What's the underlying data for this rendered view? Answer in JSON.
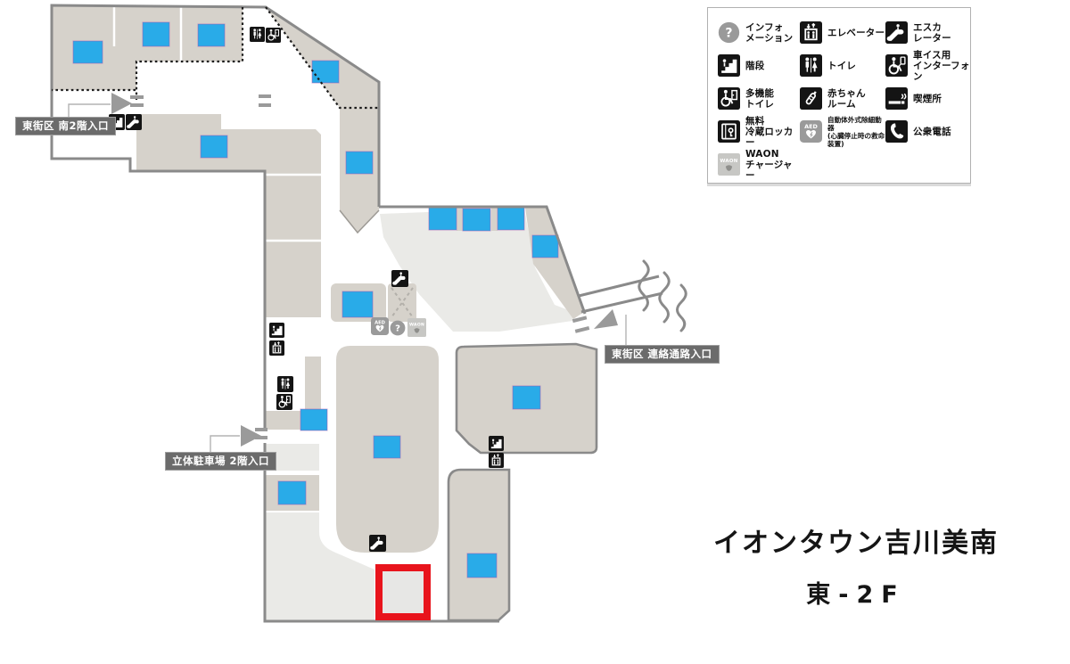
{
  "title": {
    "line1": "イオンタウン吉川美南",
    "line2": "東-2F"
  },
  "colors": {
    "store_blue": "#29abe8",
    "highlight_red": "#e8141c",
    "floor_beige": "#d6d2cb",
    "floor_light": "#eaeae7",
    "line_gray": "#8a8a8a",
    "icon_gray": "#9a9a9a",
    "label_bg": "#6b6b6b"
  },
  "legend": {
    "items": [
      {
        "icon": "information-icon",
        "label": "インフォ\nメーション"
      },
      {
        "icon": "elevator-icon",
        "label": "エレベーター"
      },
      {
        "icon": "escalator-icon",
        "label": "エスカ\nレーター"
      },
      {
        "icon": "stairs-icon",
        "label": "階段"
      },
      {
        "icon": "toilet-icon",
        "label": "トイレ"
      },
      {
        "icon": "wheelchair-interphone-icon",
        "label": "車イス用\nインターフォン"
      },
      {
        "icon": "accessible-toilet-icon",
        "label": "多機能\nトイレ"
      },
      {
        "icon": "baby-room-icon",
        "label": "赤ちゃん\nルーム"
      },
      {
        "icon": "smoking-area-icon",
        "label": "喫煙所"
      },
      {
        "icon": "free-locker-icon",
        "label": "無料\n冷蔵ロッカー"
      },
      {
        "icon": "aed-icon",
        "label": "自動体外式除細動器\n(心臓停止時の救命装置)"
      },
      {
        "icon": "public-phone-icon",
        "label": "公衆電話"
      },
      {
        "icon": "waon-charger-icon",
        "label": "WAON\nチャージャー"
      }
    ]
  },
  "map": {
    "entrance_labels": [
      {
        "label": "東街区 南2階入口"
      },
      {
        "label": "東街区 連絡通路入口"
      },
      {
        "label": "立体駐車場 2階入口"
      }
    ]
  }
}
